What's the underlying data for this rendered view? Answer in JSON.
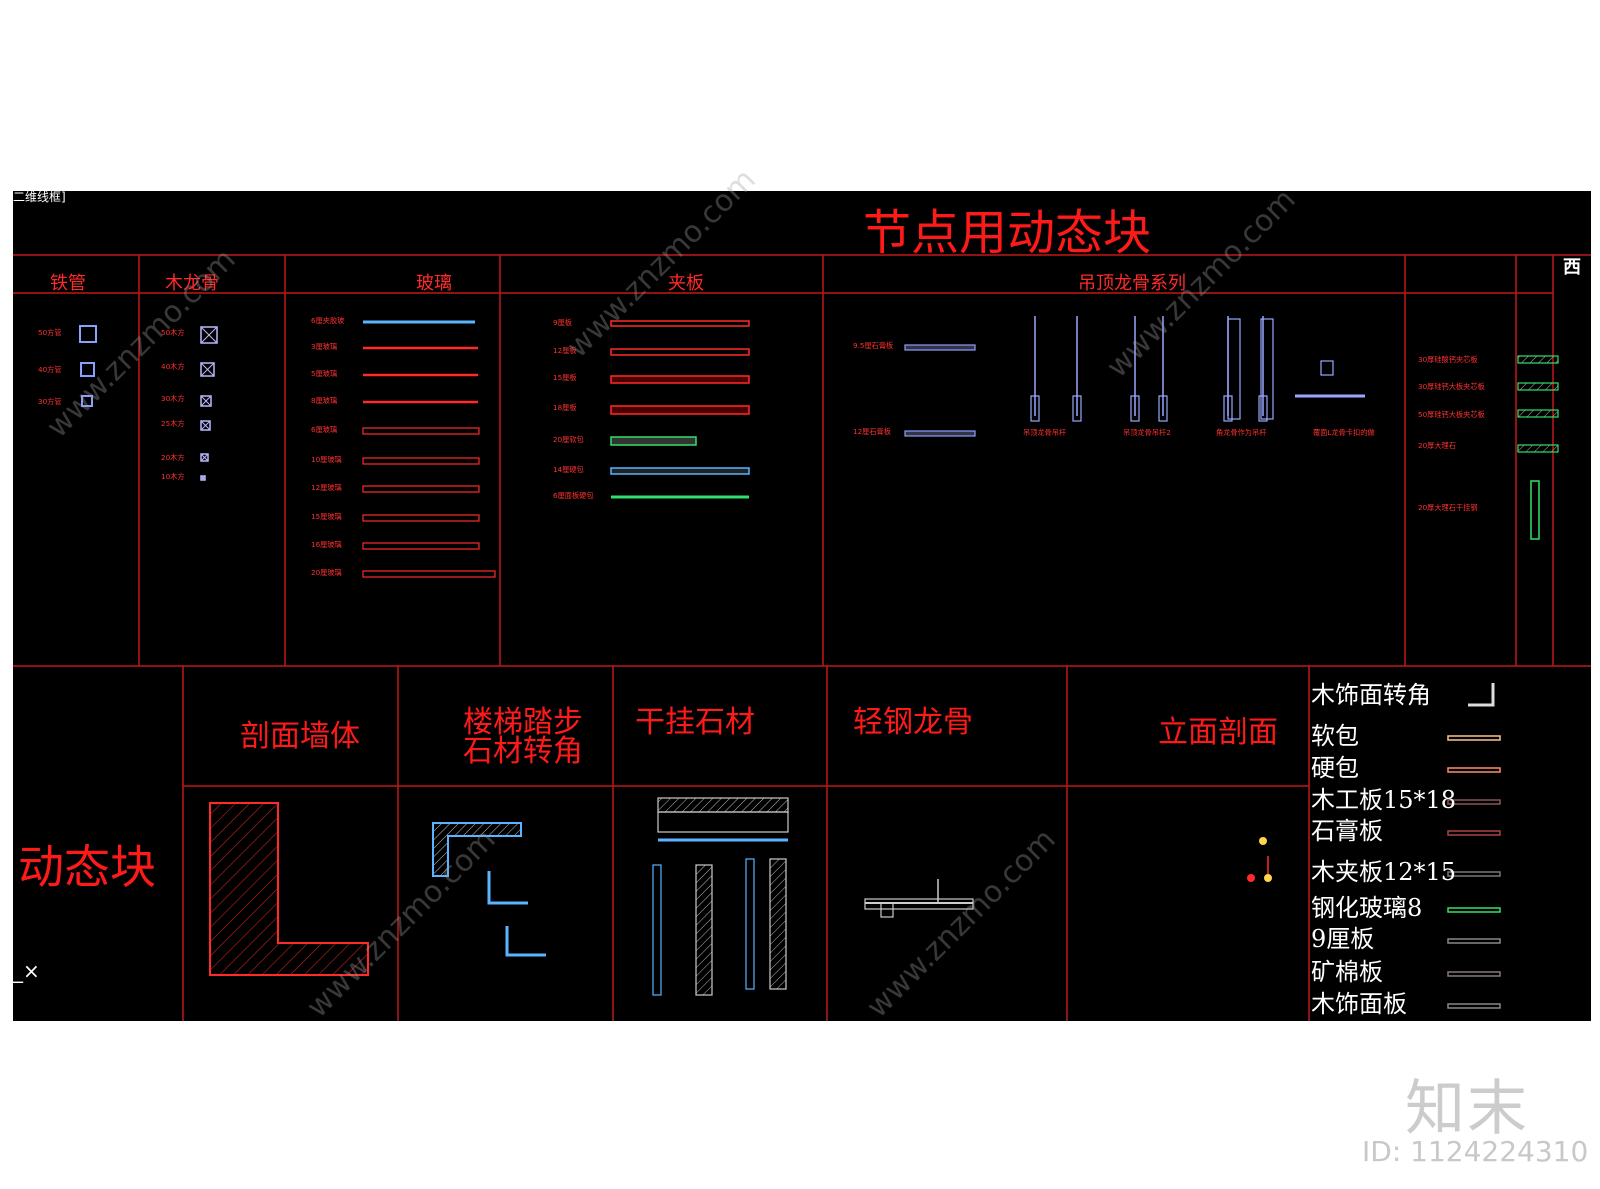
{
  "viewport_label": "二维线框]",
  "title": "节点用动态块",
  "west_label": "西",
  "top_headers": [
    "铁管",
    "木龙骨",
    "玻璃",
    "夹板",
    "吊顶龙骨系列"
  ],
  "bottom_headers": {
    "left_big": "动态块",
    "section_wall": "剖面墙体",
    "stair_line1": "楼梯踏步",
    "stair_line2": "石材转角",
    "dry_stone": "干挂石材",
    "light_steel": "轻钢龙骨",
    "elevation": "立面剖面"
  },
  "legend": [
    "木饰面转角",
    "软包",
    "硬包",
    "木工板15*18",
    "石膏板",
    "木夹板12*15",
    "钢化玻璃8",
    "9厘板",
    "矿棉板",
    "木饰面板"
  ],
  "tube_labels": [
    "50方管",
    "40方管",
    "30方管"
  ],
  "wood_labels": [
    "50木方",
    "40木方",
    "30木方",
    "25木方",
    "20木方",
    "10木方"
  ],
  "glass_labels": [
    "6厘夹胶玻",
    "3厘玻璃",
    "5厘玻璃",
    "8厘玻璃",
    "6厘玻璃",
    "10厘玻璃",
    "12厘玻璃",
    "15厘玻璃",
    "16厘玻璃",
    "20厘玻璃"
  ],
  "board_labels": [
    "9厘板",
    "12厘板",
    "15厘板",
    "18厘板",
    "20厘软包",
    "14厘硬包",
    "6厘面板硬包"
  ],
  "ceiling_labels": [
    "9.5厘石膏板",
    "12厘石膏板",
    "吊顶龙骨吊杆",
    "吊顶龙骨吊杆2",
    "角龙骨作为吊杆",
    "覆面L龙骨卡扣的做",
    "30厚硅酸钙夹芯板",
    "30厚硅钙大板夹芯板",
    "50厚硅钙大板夹芯板",
    "20厚大理石",
    "20厚大理石干挂钢"
  ],
  "watermark_logo": "知末",
  "watermark_id": "ID: 1124224310",
  "watermark_text": "www.znzmo.com",
  "colors": {
    "red": "#ff1e1e",
    "frame": "#c01818",
    "blue": "#8aa0ff",
    "cyan": "#5ab4ff",
    "green": "#31e06b"
  }
}
